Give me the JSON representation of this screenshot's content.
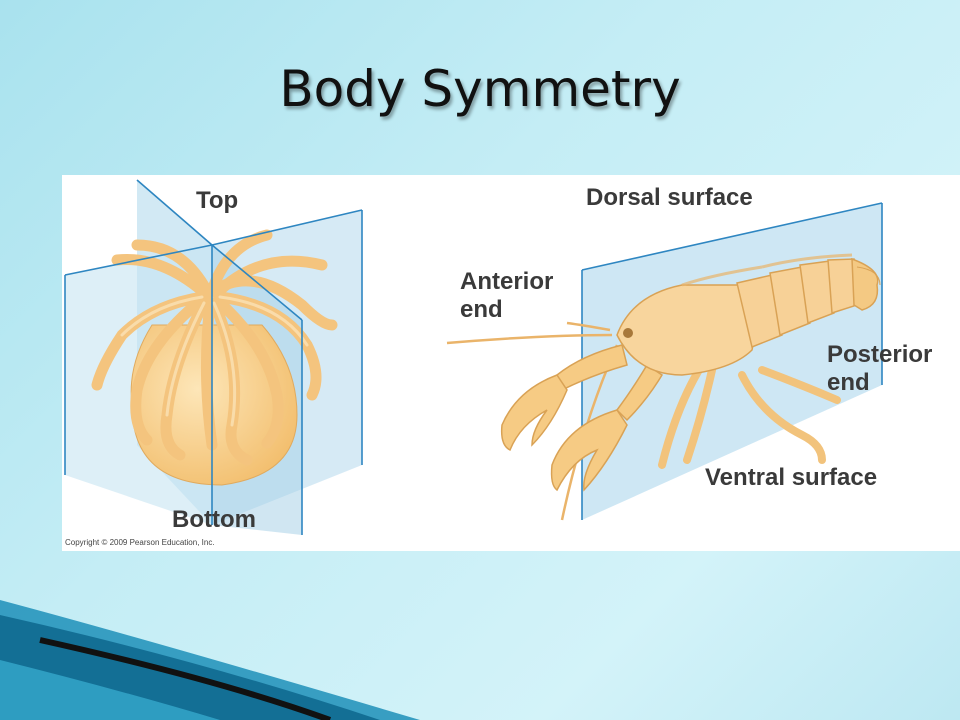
{
  "slide": {
    "title": "Body Symmetry"
  },
  "figure": {
    "labels": {
      "top": "Top",
      "bottom": "Bottom",
      "dorsal": "Dorsal surface",
      "anterior_line1": "Anterior",
      "anterior_line2": "end",
      "posterior_line1": "Posterior",
      "posterior_line2": "end",
      "ventral": "Ventral surface"
    },
    "copyright": "Copyright © 2009 Pearson Education, Inc."
  },
  "colors": {
    "plane_fill": "#b8dcee",
    "plane_line": "#2e86c1",
    "animal_fill": "#f7cf8c",
    "animal_stroke": "#d9a255"
  }
}
